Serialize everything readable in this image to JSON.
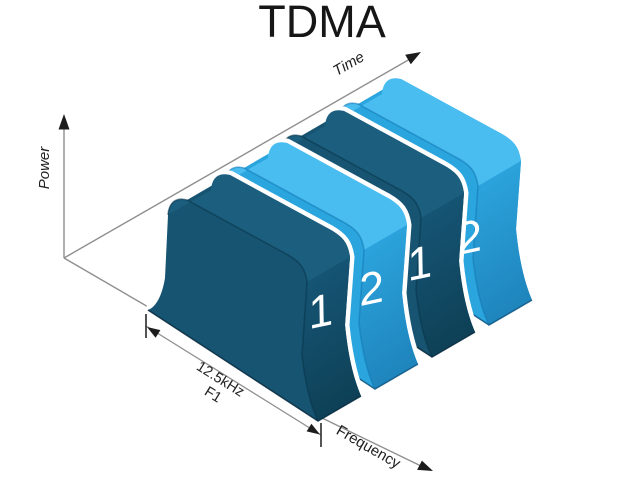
{
  "title": "TDMA",
  "axes": {
    "power": "Power",
    "time": "Time",
    "frequency": "Frequency"
  },
  "dimension": {
    "bandwidth": "12.5kHz",
    "channel": "F1"
  },
  "slots": [
    {
      "label": "1",
      "palette": "dark"
    },
    {
      "label": "2",
      "palette": "light"
    },
    {
      "label": "1",
      "palette": "dark"
    },
    {
      "label": "2",
      "palette": "light"
    }
  ],
  "palettes": {
    "dark": {
      "face": "#175471",
      "top": "#1b5e7d",
      "roll_start": "#17587a",
      "roll_end": "#0e4157",
      "crease": "#09344b",
      "edge": "#0a2e42"
    },
    "light": {
      "face": "#2aa5de",
      "top": "#49bdf0",
      "roll_start": "#2ea9e2",
      "roll_end": "#1f85bd",
      "crease": "#1478b4",
      "edge": "#135a86"
    }
  },
  "colors": {
    "gap": "#ffffff",
    "axis_line": "#8f8f8f",
    "arrow": "#1c1c1c",
    "text": "#1f1f1f",
    "slot_text": "#ffffff",
    "background": "#ffffff"
  }
}
